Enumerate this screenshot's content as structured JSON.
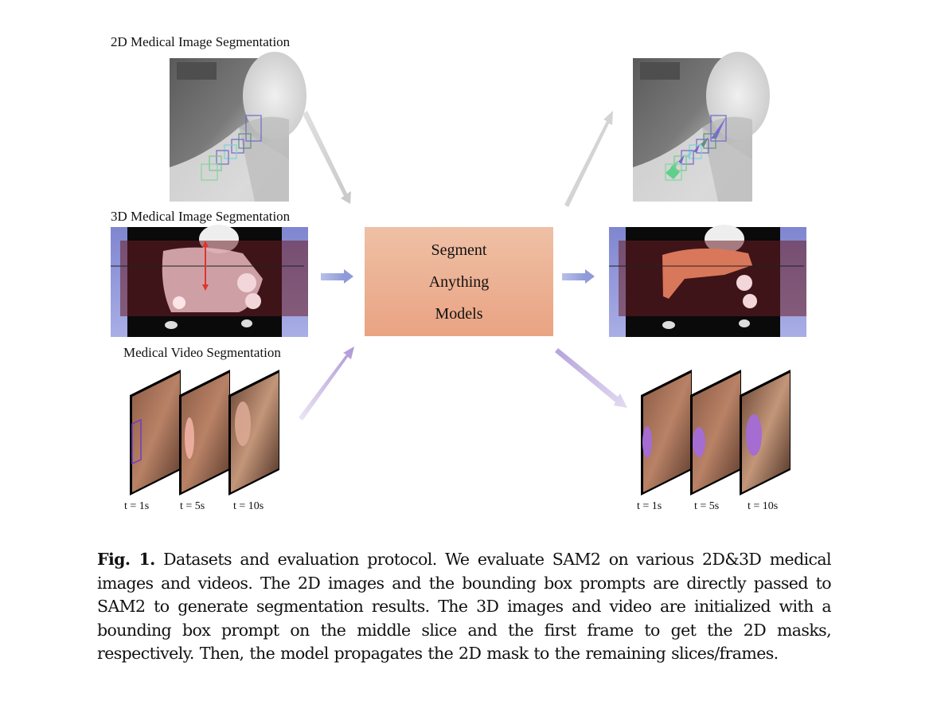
{
  "figure": {
    "left_column": {
      "section_2d_title": "2D Medical Image Segmentation",
      "section_3d_title": "3D Medical Image Segmentation",
      "section_video_title": "Medical Video Segmentation",
      "video_time_labels": [
        "t = 1s",
        "t = 5s",
        "t = 10s"
      ]
    },
    "center_box": {
      "lines": [
        "Segment",
        "Anything",
        "Models"
      ],
      "color_top": "#efc0a6",
      "color_bottom": "#e9a382"
    },
    "right_column": {
      "video_time_labels": [
        "t = 1s",
        "t = 5s",
        "t = 10s"
      ]
    },
    "colors": {
      "arrow_gray": "#cfcfcf",
      "arrow_blue": "#9fa9dd",
      "arrow_purple": "#b9a6db",
      "box_prompt_purple": "#6f68c9",
      "box_prompt_green": "#84d69b",
      "mask_purple": "#a56cd1",
      "liver_mask": "#d9775b",
      "ct_background": "#8d92d6"
    }
  },
  "caption": {
    "label": "Fig. 1.",
    "text": "Datasets and evaluation protocol. We evaluate SAM2 on various 2D&3D medical images and videos. The 2D images and the bounding box prompts are directly passed to SAM2 to generate segmentation results. The 3D images and video are initialized with a bounding box prompt on the middle slice and the first frame to get the 2D masks, respectively. Then, the model propagates the 2D mask to the remaining slices/frames."
  }
}
